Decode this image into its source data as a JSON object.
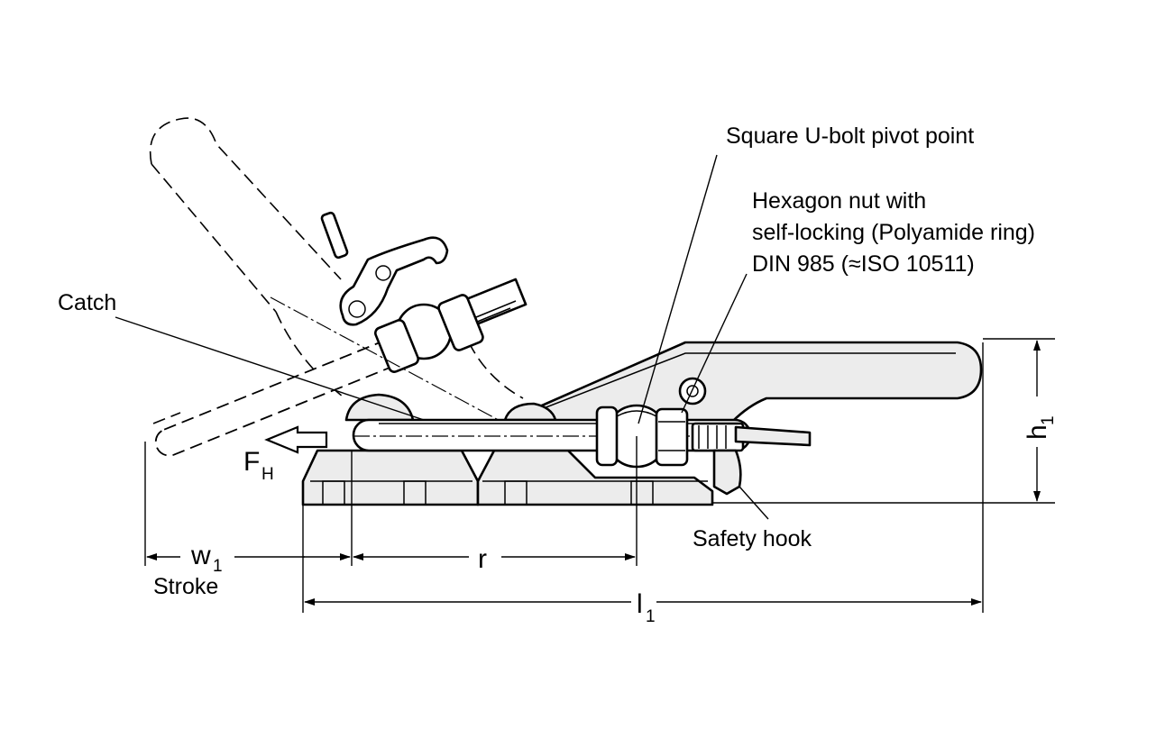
{
  "labels": {
    "catch": "Catch",
    "square_ubolt_pivot": "Square U-bolt pivot point",
    "hexagon_nut_line1": "Hexagon nut with",
    "hexagon_nut_line2": "self-locking (Polyamide ring)",
    "hexagon_nut_line3": "DIN 985 (≈ISO 10511)",
    "safety_hook": "Safety hook",
    "stroke": "Stroke"
  },
  "dimensions": {
    "force": {
      "main": "F",
      "sub": "H"
    },
    "w1": {
      "main": "w",
      "sub": "1"
    },
    "r": {
      "main": "r"
    },
    "l1": {
      "main": "l",
      "sub": "1"
    },
    "h1": {
      "main": "h",
      "sub": "1"
    }
  }
}
